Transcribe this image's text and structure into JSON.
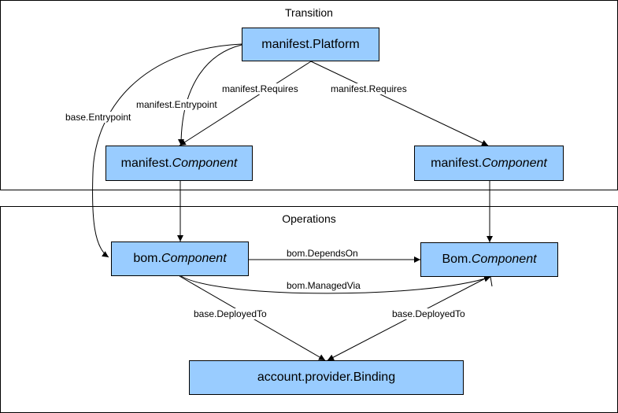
{
  "sections": {
    "transition": {
      "title": "Transition"
    },
    "operations": {
      "title": "Operations"
    }
  },
  "nodes": {
    "manifest_platform": {
      "prefix": "manifest.Platform",
      "suffix": ""
    },
    "manifest_component_left": {
      "prefix": "manifest.",
      "suffix": "Component"
    },
    "manifest_component_right": {
      "prefix": "manifest.",
      "suffix": "Component"
    },
    "bom_component": {
      "prefix": "bom.",
      "suffix": "Component"
    },
    "bom_component_right": {
      "prefix": "Bom.",
      "suffix": "Component"
    },
    "binding": {
      "prefix": "account.provider.Binding",
      "suffix": ""
    }
  },
  "edge_labels": {
    "base_entrypoint": "base.Entrypoint",
    "manifest_entrypoint": "manifest.Entrypoint",
    "manifest_requires_left": "manifest.Requires",
    "manifest_requires_right": "manifest.Requires",
    "bom_depends_on": "bom.DependsOn",
    "bom_managed_via": "bom.ManagedVia",
    "base_deployed_to_left": "base.DeployedTo",
    "base_deployed_to_right": "base.DeployedTo"
  },
  "colors": {
    "node_fill": "#99ccff",
    "line": "#000000",
    "background": "#ffffff"
  }
}
